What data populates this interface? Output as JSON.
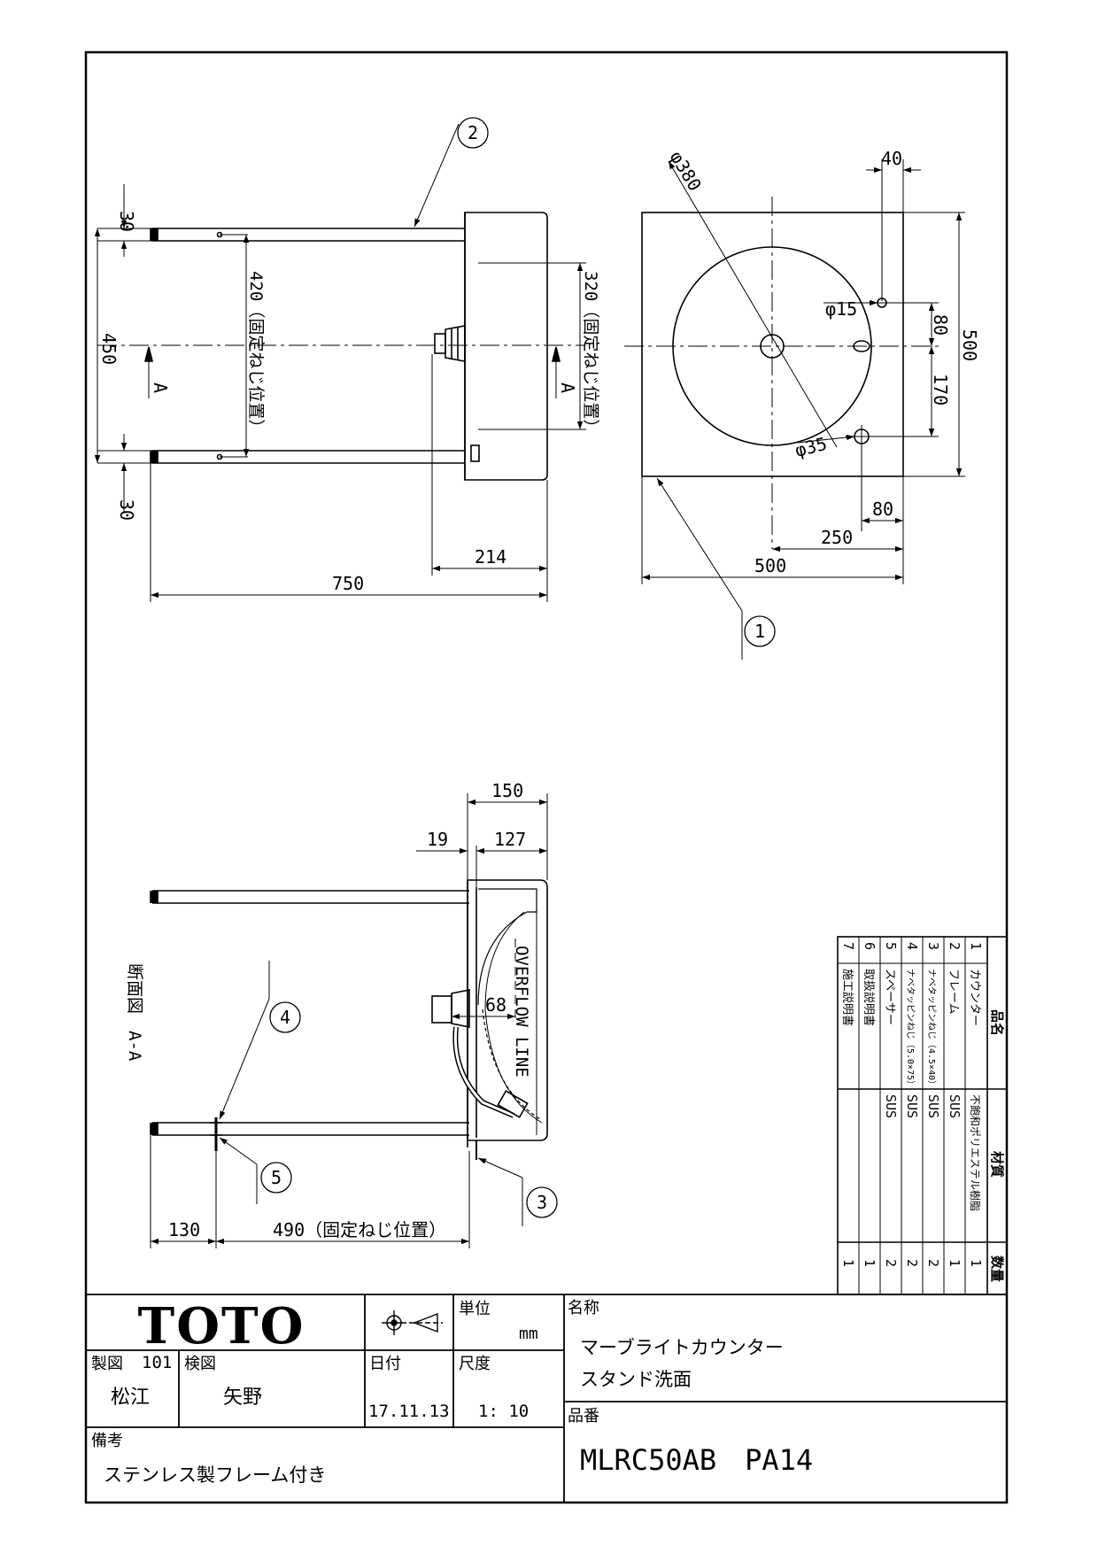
{
  "top_view": {
    "balloon": "2",
    "dims": {
      "top_30": "30",
      "bottom_30": "30",
      "d450": "450",
      "d420": "420（固定ねじ位置）",
      "d320": "320（固定ねじ位置）",
      "d214": "214",
      "d750": "750"
    },
    "section_mark_left": "A",
    "section_mark_right": "A"
  },
  "plan_view": {
    "balloon": "1",
    "dims": {
      "phi380": "φ380",
      "d40": "40",
      "phi15": "φ15",
      "d80_right": "80",
      "d500_right": "500",
      "d170": "170",
      "phi35": "φ35",
      "d80_bottom": "80",
      "d250": "250",
      "d500_bottom": "500"
    }
  },
  "section_view": {
    "label": "断面図　A-A",
    "overflow_label": "OVERFLOW LINE",
    "balloons": [
      "4",
      "5",
      "3"
    ],
    "dims": {
      "d150": "150",
      "d19": "19",
      "d127": "127",
      "d68": "68",
      "d130": "130",
      "d490": "490（固定ねじ位置）"
    }
  },
  "parts_table": {
    "headers": {
      "name": "品名",
      "material": "材質",
      "qty": "数量"
    },
    "rows": [
      {
        "no": "1",
        "name": "カウンター",
        "material": "不飽和ポリエステル樹脂",
        "qty": "1"
      },
      {
        "no": "2",
        "name": "フレーム",
        "material": "SUS",
        "qty": "1"
      },
      {
        "no": "3",
        "name": "ナベタッピンねじ（4.5×40）",
        "material": "SUS",
        "qty": "2"
      },
      {
        "no": "4",
        "name": "ナベタッピンねじ（5.0×75）",
        "material": "SUS",
        "qty": "2"
      },
      {
        "no": "5",
        "name": "スペーサー",
        "material": "SUS",
        "qty": "2"
      },
      {
        "no": "6",
        "name": "取扱説明書",
        "material": "",
        "qty": "1"
      },
      {
        "no": "7",
        "name": "施工説明書",
        "material": "",
        "qty": "1"
      }
    ]
  },
  "title_block": {
    "logo": "TOTO",
    "unit_label": "単位",
    "unit_value": "mm",
    "drawn_label": "製図",
    "drawn_code": "101",
    "drawn_name": "松江",
    "checked_label": "検図",
    "checked_name": "矢野",
    "date_label": "日付",
    "date_value": "17.11.13",
    "scale_label": "尺度",
    "scale_value": "1: 10",
    "name_label": "名称",
    "name_line1": "マーブライトカウンター",
    "name_line2": "スタンド洗面",
    "product_no_label": "品番",
    "product_no": "MLRC50AB　PA14",
    "remarks_label": "備考",
    "remarks": "ステンレス製フレーム付き"
  }
}
